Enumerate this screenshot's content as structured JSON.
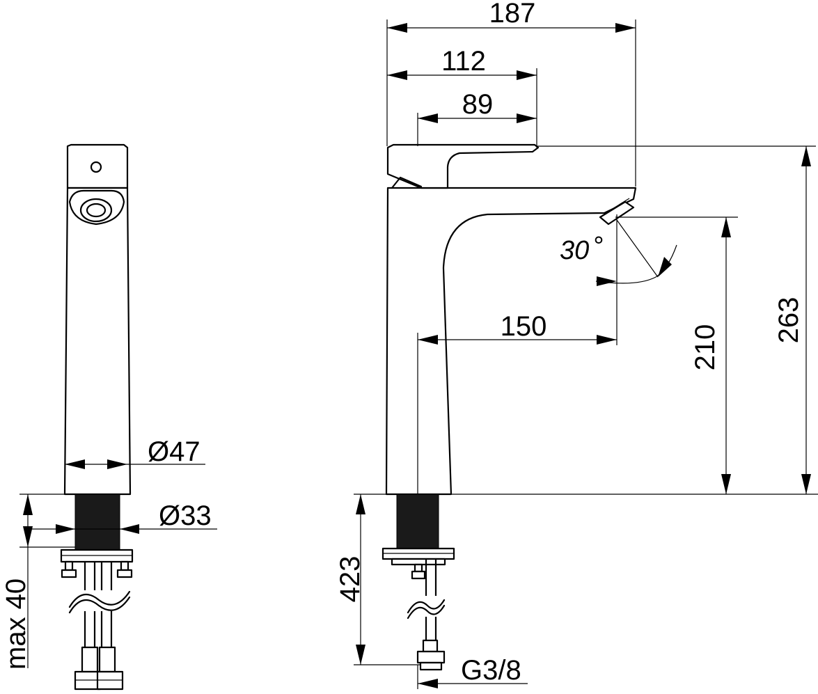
{
  "dimensions": {
    "overall_reach": "187",
    "lever_length": "112",
    "lever_top": "89",
    "spout_projection": "150",
    "aerator_height": "210",
    "total_height": "263",
    "tail_length": "423",
    "connection_thread": "G3/8",
    "body_diameter": "Ø47",
    "shank_diameter": "Ø33",
    "max_deck_thickness": "max 40",
    "spray_angle_value": "30",
    "spray_angle_unit": "°"
  }
}
